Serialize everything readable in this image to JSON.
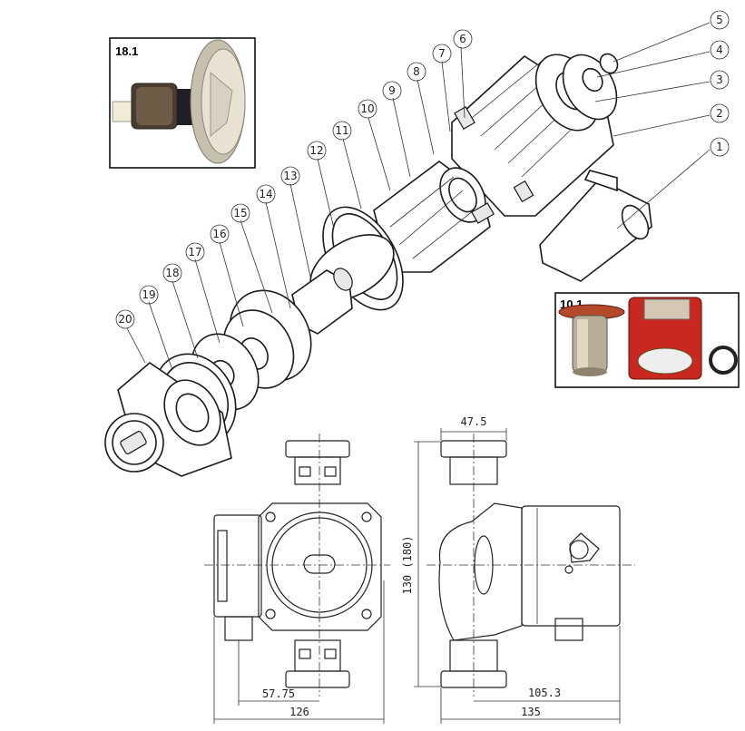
{
  "callouts": [
    "1",
    "2",
    "3",
    "4",
    "5",
    "6",
    "7",
    "8",
    "9",
    "10",
    "11",
    "12",
    "13",
    "14",
    "15",
    "16",
    "17",
    "18",
    "19",
    "20"
  ],
  "insets": {
    "impeller": {
      "label": "18.1"
    },
    "housing": {
      "label": "10.1"
    }
  },
  "dimensions": {
    "width_top": "47.5",
    "height": "130 (180)",
    "left_offset": "57.75",
    "front_width": "126",
    "right_offset": "105.3",
    "side_width": "135"
  }
}
